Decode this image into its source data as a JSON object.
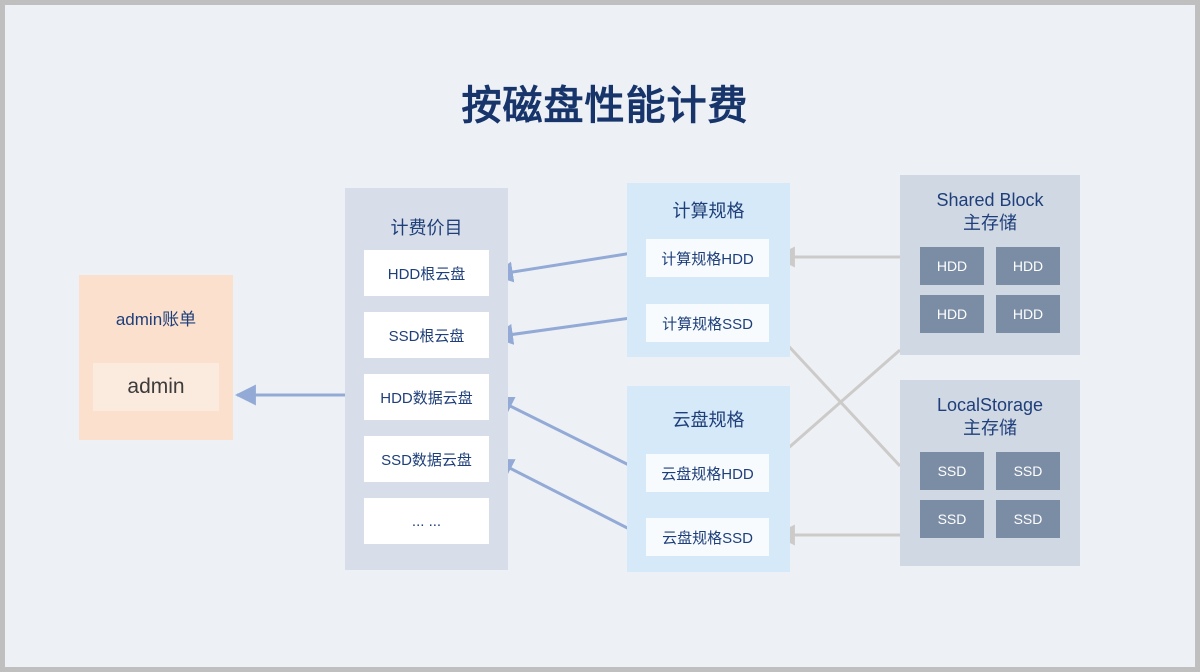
{
  "title": "按磁盘性能计费",
  "colors": {
    "canvas_background": "#edf1f5",
    "canvas_border": "#bfbfbf",
    "title_text": "#17356b",
    "account_panel": "#fae0cd",
    "account_item": "#fbeade",
    "price_panel": "#d8dee9",
    "price_item": "#ffffff",
    "spec_panel": "#d6e9f8",
    "spec_item": "#f7fbfe",
    "storage_panel": "#d0d8e4",
    "disk_tile": "#7b8ca5",
    "blue_arrow": "#93aad6",
    "gray_arrow": "#cdcbc9",
    "label_text": "#1f3f7a"
  },
  "billing_account": {
    "title": "admin账单",
    "user": "admin"
  },
  "price_list": {
    "title": "计费价目",
    "items": [
      {
        "label": "HDD根云盘"
      },
      {
        "label": "SSD根云盘"
      },
      {
        "label": "HDD数据云盘"
      },
      {
        "label": "SSD数据云盘"
      },
      {
        "label": "... ..."
      }
    ]
  },
  "compute_spec": {
    "title": "计算规格",
    "items": [
      {
        "label": "计算规格HDD"
      },
      {
        "label": "计算规格SSD"
      }
    ]
  },
  "volume_spec": {
    "title": "云盘规格",
    "items": [
      {
        "label": "云盘规格HDD"
      },
      {
        "label": "云盘规格SSD"
      }
    ]
  },
  "shared_block_storage": {
    "title_line1": "Shared Block",
    "title_line2": "主存储",
    "disks": [
      {
        "label": "HDD"
      },
      {
        "label": "HDD"
      },
      {
        "label": "HDD"
      },
      {
        "label": "HDD"
      }
    ]
  },
  "local_storage": {
    "title_line1": "LocalStorage",
    "title_line2": "主存储",
    "disks": [
      {
        "label": "SSD"
      },
      {
        "label": "SSD"
      },
      {
        "label": "SSD"
      },
      {
        "label": "SSD"
      }
    ]
  },
  "connections": [
    {
      "name": "price-list-to-admin",
      "from": "计费价目",
      "to": "admin",
      "color": "blue"
    },
    {
      "name": "compute-hdd-to-hdd-root-volume",
      "from": "计算规格HDD",
      "to": "HDD根云盘",
      "color": "blue"
    },
    {
      "name": "compute-ssd-to-ssd-root-volume",
      "from": "计算规格SSD",
      "to": "SSD根云盘",
      "color": "blue"
    },
    {
      "name": "volume-hdd-to-hdd-data-volume",
      "from": "云盘规格HDD",
      "to": "HDD数据云盘",
      "color": "blue"
    },
    {
      "name": "volume-ssd-to-ssd-data-volume",
      "from": "云盘规格SSD",
      "to": "SSD数据云盘",
      "color": "blue"
    },
    {
      "name": "shared-block-to-compute-hdd",
      "from": "Shared Block 主存储",
      "to": "计算规格HDD",
      "color": "gray"
    },
    {
      "name": "shared-block-to-volume-hdd",
      "from": "Shared Block 主存储",
      "to": "云盘规格HDD",
      "color": "gray"
    },
    {
      "name": "local-storage-to-compute-ssd",
      "from": "LocalStorage 主存储",
      "to": "计算规格SSD",
      "color": "gray"
    },
    {
      "name": "local-storage-to-volume-ssd",
      "from": "LocalStorage 主存储",
      "to": "云盘规格SSD",
      "color": "gray"
    }
  ]
}
